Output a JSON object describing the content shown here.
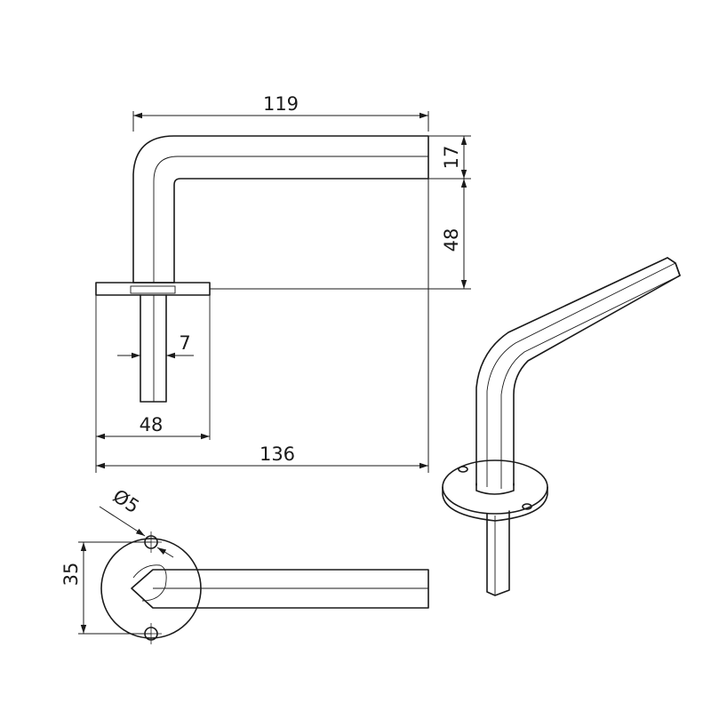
{
  "drawing": {
    "front_view": {
      "dim_length_top": "119",
      "dim_height_upper": "17",
      "dim_height_lower": "48",
      "dim_shaft": "7",
      "dim_rose_width": "48",
      "dim_overall": "136"
    },
    "top_view": {
      "dim_hole": "Ø5",
      "dim_rose": "35"
    }
  }
}
